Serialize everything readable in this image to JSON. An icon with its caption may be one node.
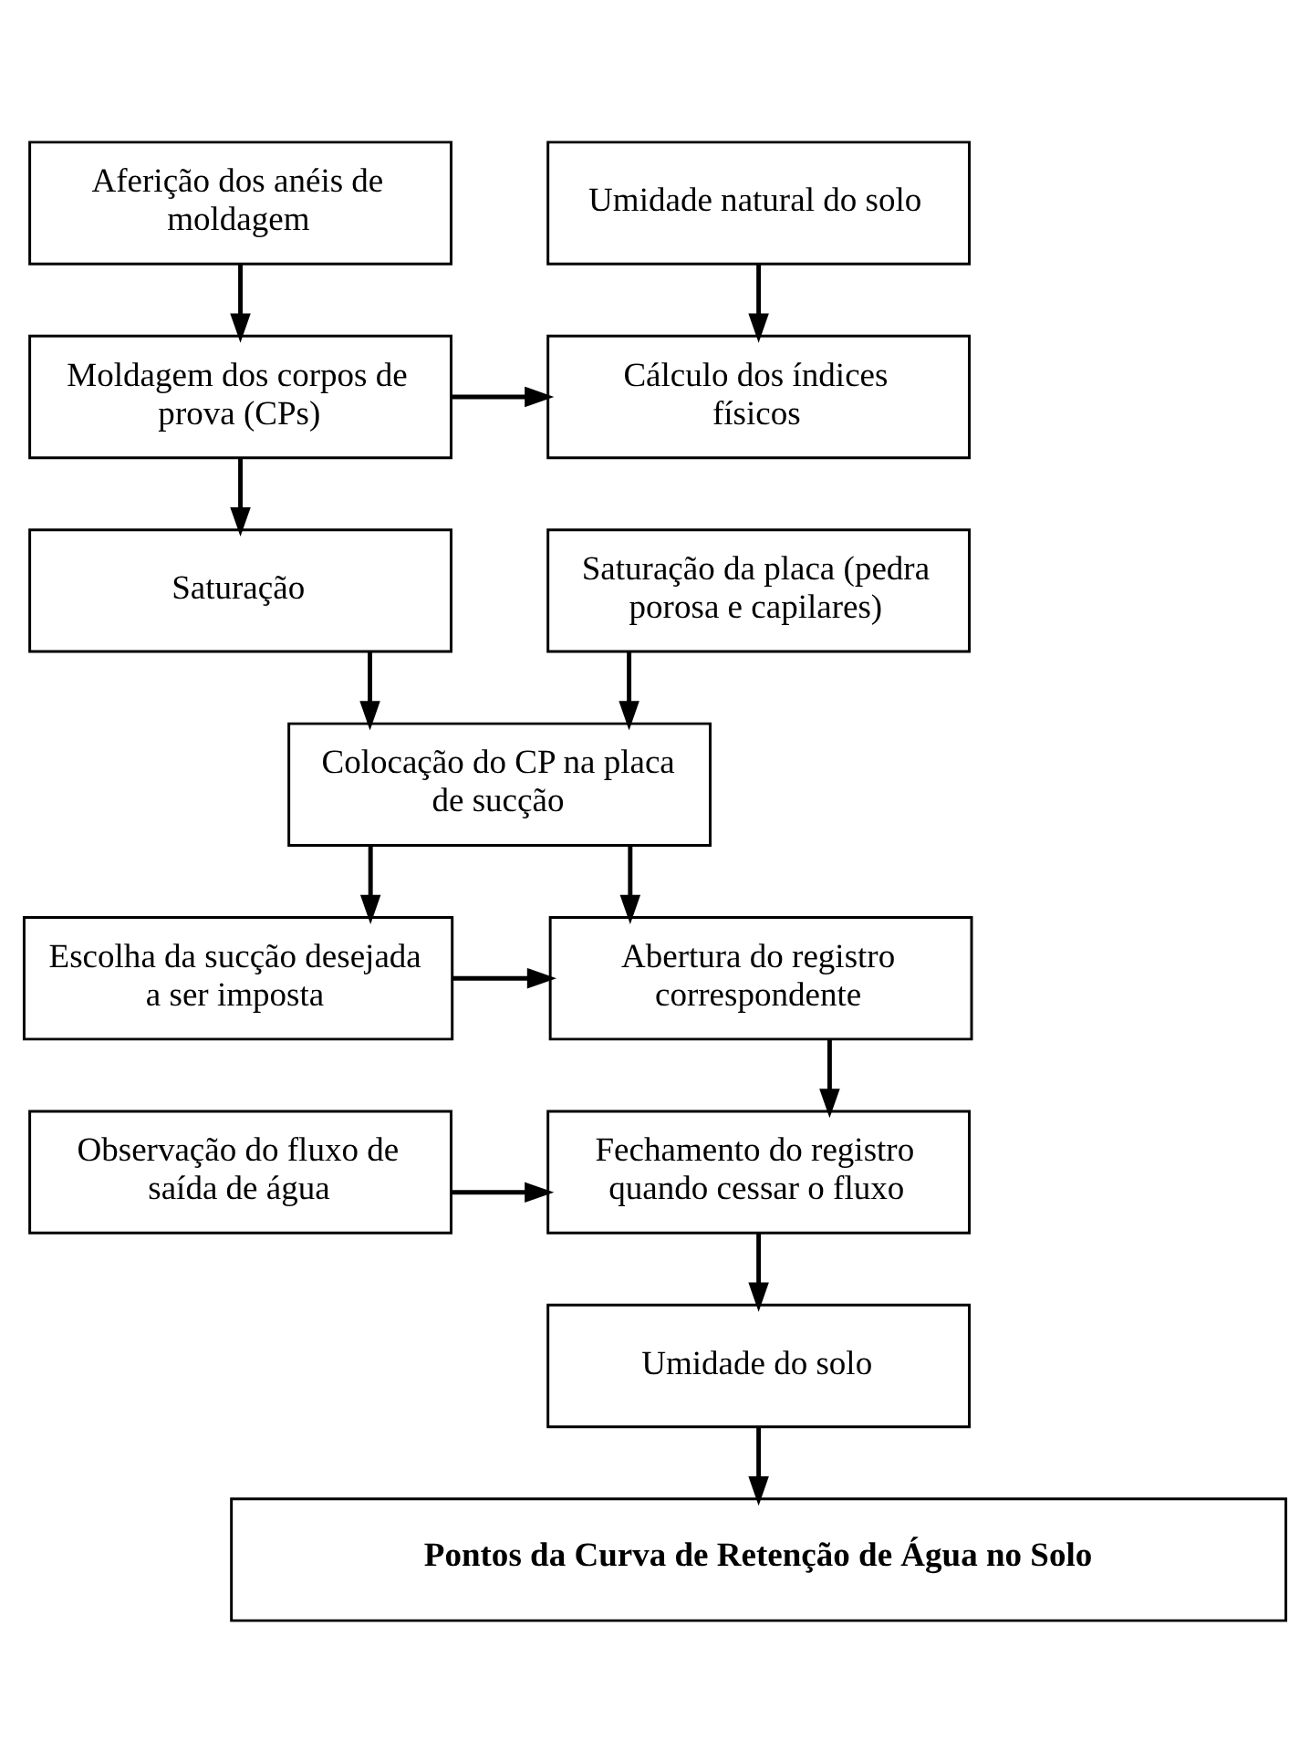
{
  "diagram": {
    "nodes": [
      {
        "text": [
          "Aferição dos anéis de moldagem"
        ]
      },
      {
        "text": [
          "Umidade natural do solo"
        ]
      },
      {
        "text": [
          "Moldagem dos corpos de prova (CPs)"
        ]
      },
      {
        "text": [
          "Cálculo dos índices físicos"
        ]
      },
      {
        "text": [
          "Saturação"
        ]
      },
      {
        "text": [
          "Saturação da placa (pedra porosa e capilares)"
        ]
      },
      {
        "text": [
          "Colocação do CP na placa de sucção"
        ]
      },
      {
        "text": [
          "Escolha da sucção desejada a ser imposta"
        ]
      },
      {
        "text": [
          "Abertura do registro correspondente"
        ]
      },
      {
        "text": [
          "Observação do fluxo de saída de água"
        ]
      },
      {
        "text": [
          "Fechamento do registro quando cessar o fluxo"
        ]
      },
      {
        "text": [
          "Umidade do solo"
        ]
      },
      {
        "text": [
          "Pontos da Curva de Retenção de Água no Solo"
        ]
      }
    ],
    "edges": [
      {
        "from": 0,
        "to": 2,
        "arrow": "to"
      },
      {
        "from": 1,
        "to": 3,
        "arrow": "to"
      },
      {
        "from": 2,
        "to": 3,
        "arrow": "to"
      },
      {
        "from": 2,
        "to": 4,
        "arrow": "to"
      },
      {
        "from": 4,
        "to": 6,
        "arrow": "to"
      },
      {
        "from": 5,
        "to": 6,
        "arrow": "to"
      },
      {
        "from": 6,
        "to": 7,
        "arrow": "to"
      },
      {
        "from": 6,
        "to": 8,
        "arrow": "to"
      },
      {
        "from": 7,
        "to": 8,
        "arrow": "to"
      },
      {
        "from": 8,
        "to": 10,
        "arrow": "to"
      },
      {
        "from": 9,
        "to": 10,
        "arrow": "to"
      },
      {
        "from": 10,
        "to": 11,
        "arrow": "to"
      },
      {
        "from": 11,
        "to": 12,
        "arrow": "to"
      }
    ]
  }
}
